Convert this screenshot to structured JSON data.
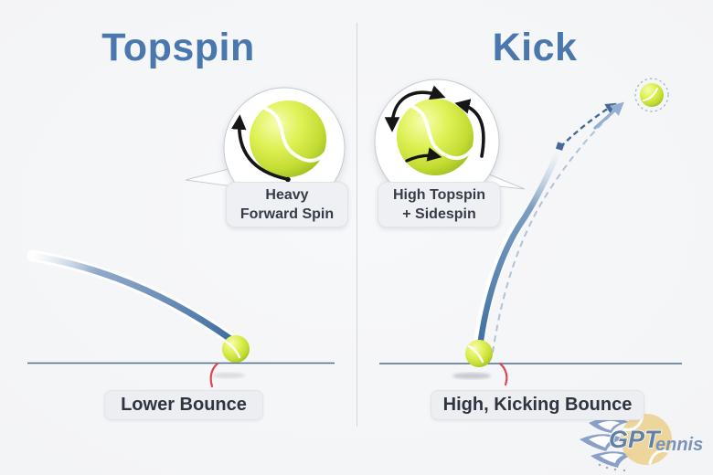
{
  "panels": {
    "left": {
      "title": "Topspin",
      "spin_callout": {
        "line1": "Heavy",
        "line2": "Forward Spin"
      },
      "bounce_label": "Lower Bounce"
    },
    "right": {
      "title": "Kick",
      "spin_callout": {
        "line1": "High Topspin",
        "line2": "+ Sidespin"
      },
      "bounce_label": "High, Kicking Bounce"
    }
  },
  "logo": {
    "bold": "GPT",
    "rest": "ennis",
    "full": "GPTennis"
  },
  "icons": {
    "forward-spin-arrow-icon": "curved arrow showing clockwise forward rotation",
    "topspin-arrow-icon": "double-headed arc over ball top",
    "sidespin-arrow-icon": "arc rising along right side of ball",
    "lateral-spin-arrow-icon": "short arrow pointing right across ball",
    "flight-direction-arrow-icon": "blue arrow toward kicked ball",
    "logo-flame-icon": "blue flame trail",
    "logo-tennis-ball-icon": "tan tennis ball"
  },
  "colors": {
    "title_blue": "#4a77ad",
    "trajectory_blue": "#3f6ea2",
    "ground_line": "#4c6f93",
    "bounce_arc_red": "#df4750",
    "ball_yellow": "#d7ec4a",
    "dashed_path_blue": "#47699a",
    "label_bg": "#eef0f3",
    "label_text": "#363c47",
    "logo_blue": "#7b93c1",
    "logo_ball_tan": "#ecd18c"
  }
}
